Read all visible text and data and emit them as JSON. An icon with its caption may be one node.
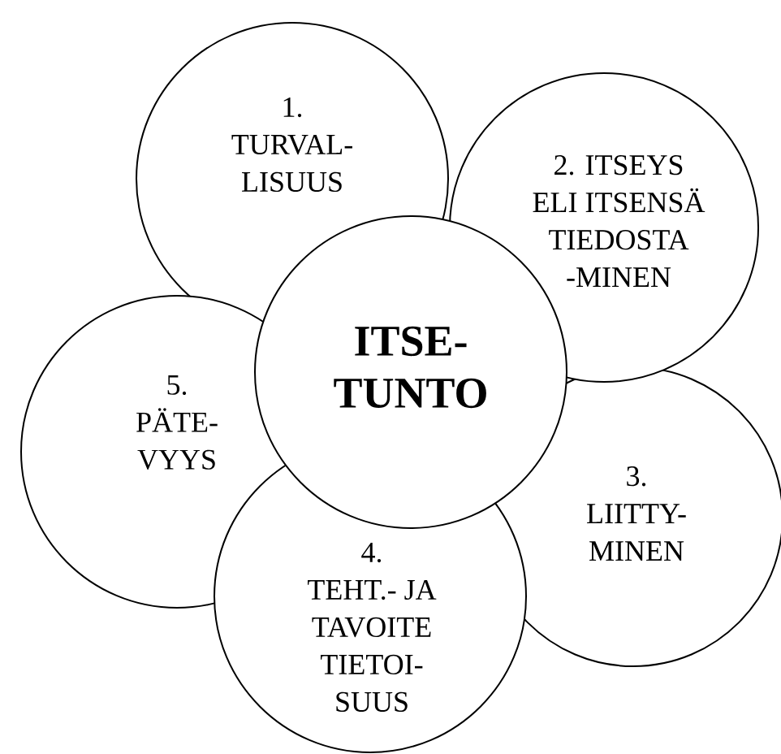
{
  "diagram": {
    "nodes": [
      {
        "text": [
          "1. TURVAL- LISUUS"
        ]
      },
      {
        "text": [
          "2. ITSEYS ELI ITSENSÄ TIEDOSTA -MINEN"
        ]
      },
      {
        "text": [
          "3. LIITTY- MINEN"
        ]
      },
      {
        "text": [
          "4. TEHT.- JA TAVOITE TIETOI- SUUS"
        ]
      },
      {
        "text": [
          "5. PÄTE- VYYS"
        ]
      },
      {
        "text": [
          "ITSE- TUNTO"
        ]
      }
    ]
  }
}
